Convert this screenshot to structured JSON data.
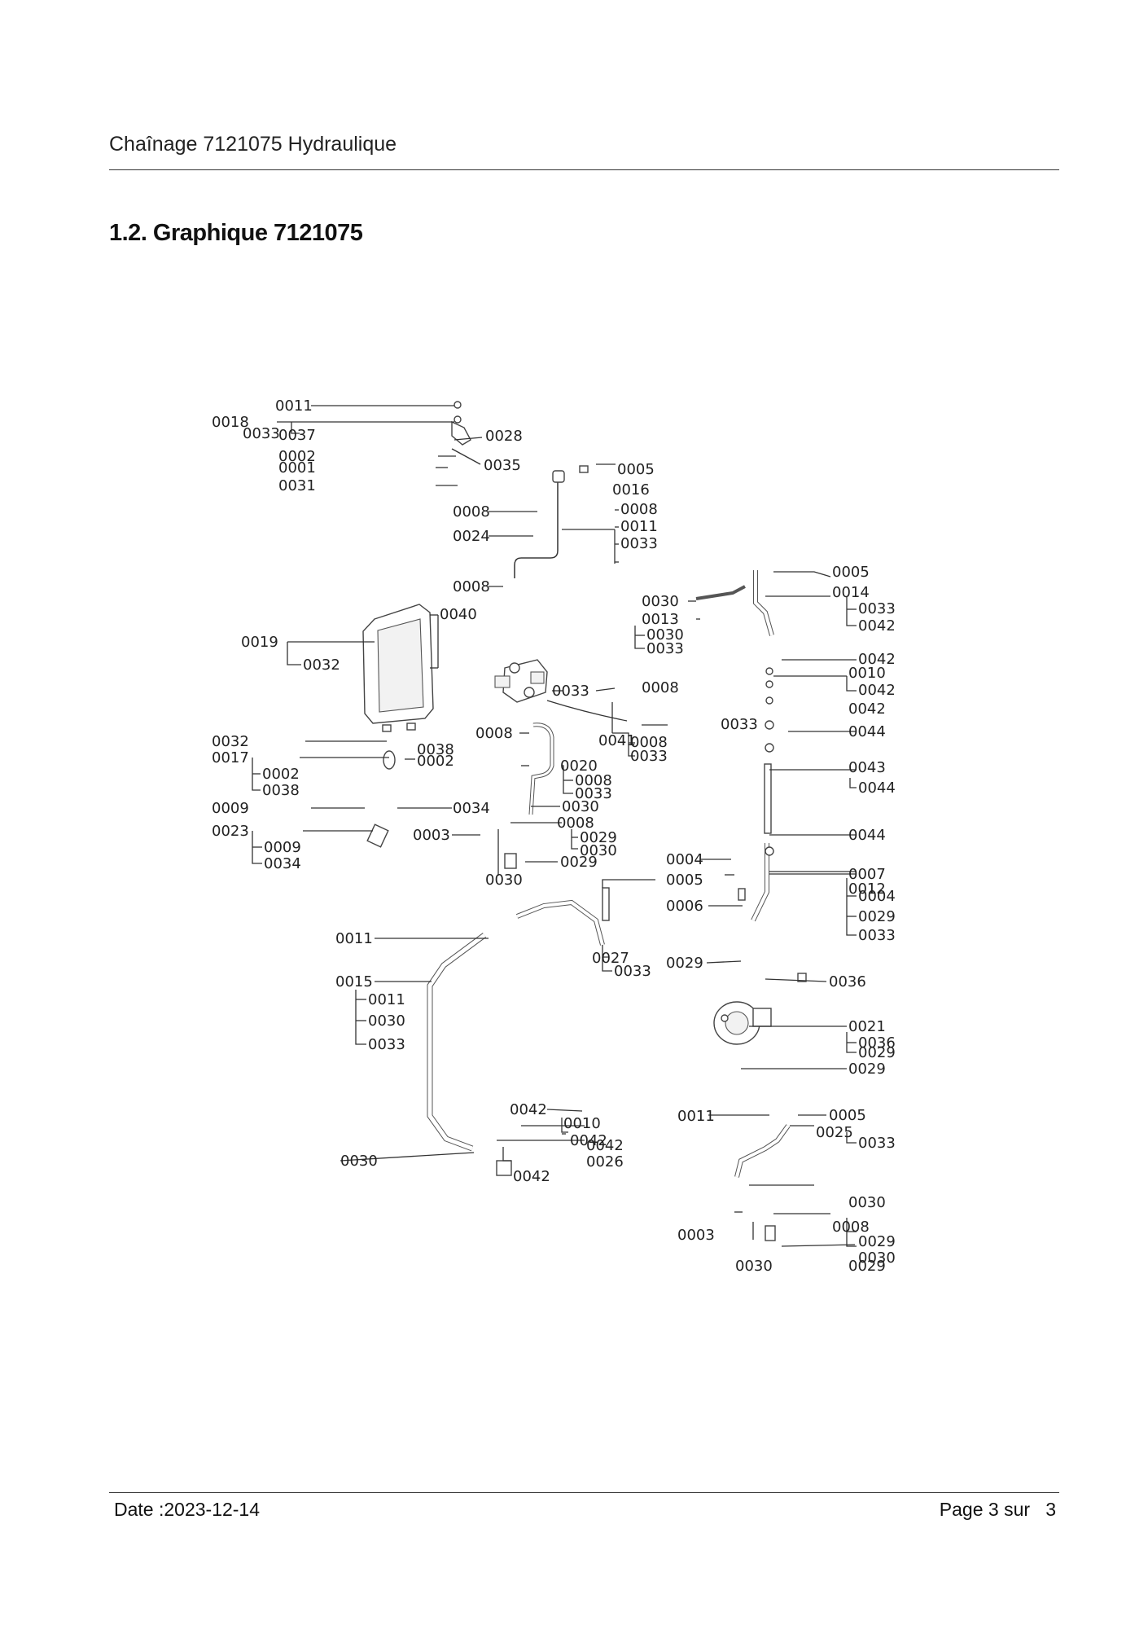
{
  "header": {
    "title": "Chaînage 7121075 Hydraulique"
  },
  "section": {
    "title": "1.2. Graphique 7121075"
  },
  "footer": {
    "date": "Date :2023-12-14",
    "page": "Page 3 sur",
    "page_total": "3"
  },
  "diagram": {
    "callouts": [
      "0011",
      "0018",
      "0033",
      "0037",
      "0028",
      "0002",
      "0035",
      "0001",
      "0031",
      "0005",
      "0016",
      "0008",
      "0011",
      "0033",
      "0008",
      "0024",
      "0008",
      "0040",
      "0005",
      "0014",
      "0033",
      "0042",
      "0030",
      "0013",
      "0030",
      "0033",
      "0019",
      "0032",
      "0042",
      "0010",
      "0042",
      "0042",
      "0033",
      "0008",
      "0008",
      "0033",
      "0041",
      "0008",
      "0033",
      "0032",
      "0017",
      "0038",
      "0002",
      "0002",
      "0038",
      "0020",
      "0008",
      "0033",
      "0044",
      "0043",
      "0044",
      "0009",
      "0034",
      "0030",
      "0023",
      "0009",
      "0034",
      "0003",
      "0008",
      "0029",
      "0030",
      "0044",
      "0030",
      "0029",
      "0004",
      "0005",
      "0007",
      "0012",
      "0004",
      "0029",
      "0033",
      "0006",
      "0011",
      "0027",
      "0033",
      "0029",
      "0036",
      "0015",
      "0011",
      "0030",
      "0033",
      "0021",
      "0036",
      "0029",
      "0029",
      "0042",
      "0010",
      "0042",
      "0011",
      "0005",
      "0025",
      "0033",
      "0030",
      "0042",
      "0026",
      "0042",
      "0030",
      "0003",
      "0008",
      "0029",
      "0030",
      "0030",
      "0029"
    ]
  }
}
